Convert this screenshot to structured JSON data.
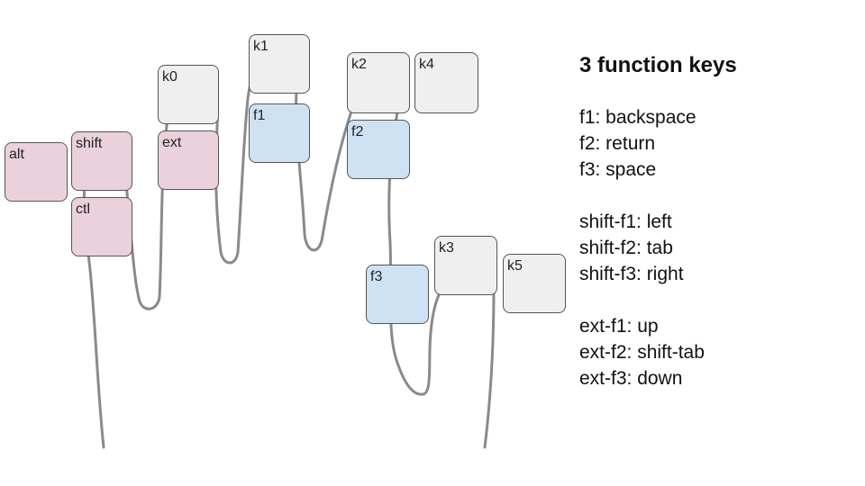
{
  "keys": {
    "alt": "alt",
    "shift": "shift",
    "ctl": "ctl",
    "k0": "k0",
    "ext": "ext",
    "k1": "k1",
    "f1": "f1",
    "k2": "k2",
    "k4": "k4",
    "f2": "f2",
    "k3": "k3",
    "k5": "k5",
    "f3": "f3"
  },
  "legend": {
    "title": "3 function keys",
    "base": [
      "f1: backspace",
      "f2: return",
      "f3: space"
    ],
    "shift": [
      "shift-f1: left",
      "shift-f2: tab",
      "shift-f3: right"
    ],
    "ext": [
      "ext-f1: up",
      "ext-f2: shift-tab",
      "ext-f3: down"
    ]
  },
  "colors": {
    "modifier": "#ead1dc",
    "function": "#cfe2f3",
    "regular": "#efefef",
    "outline": "#888888"
  }
}
